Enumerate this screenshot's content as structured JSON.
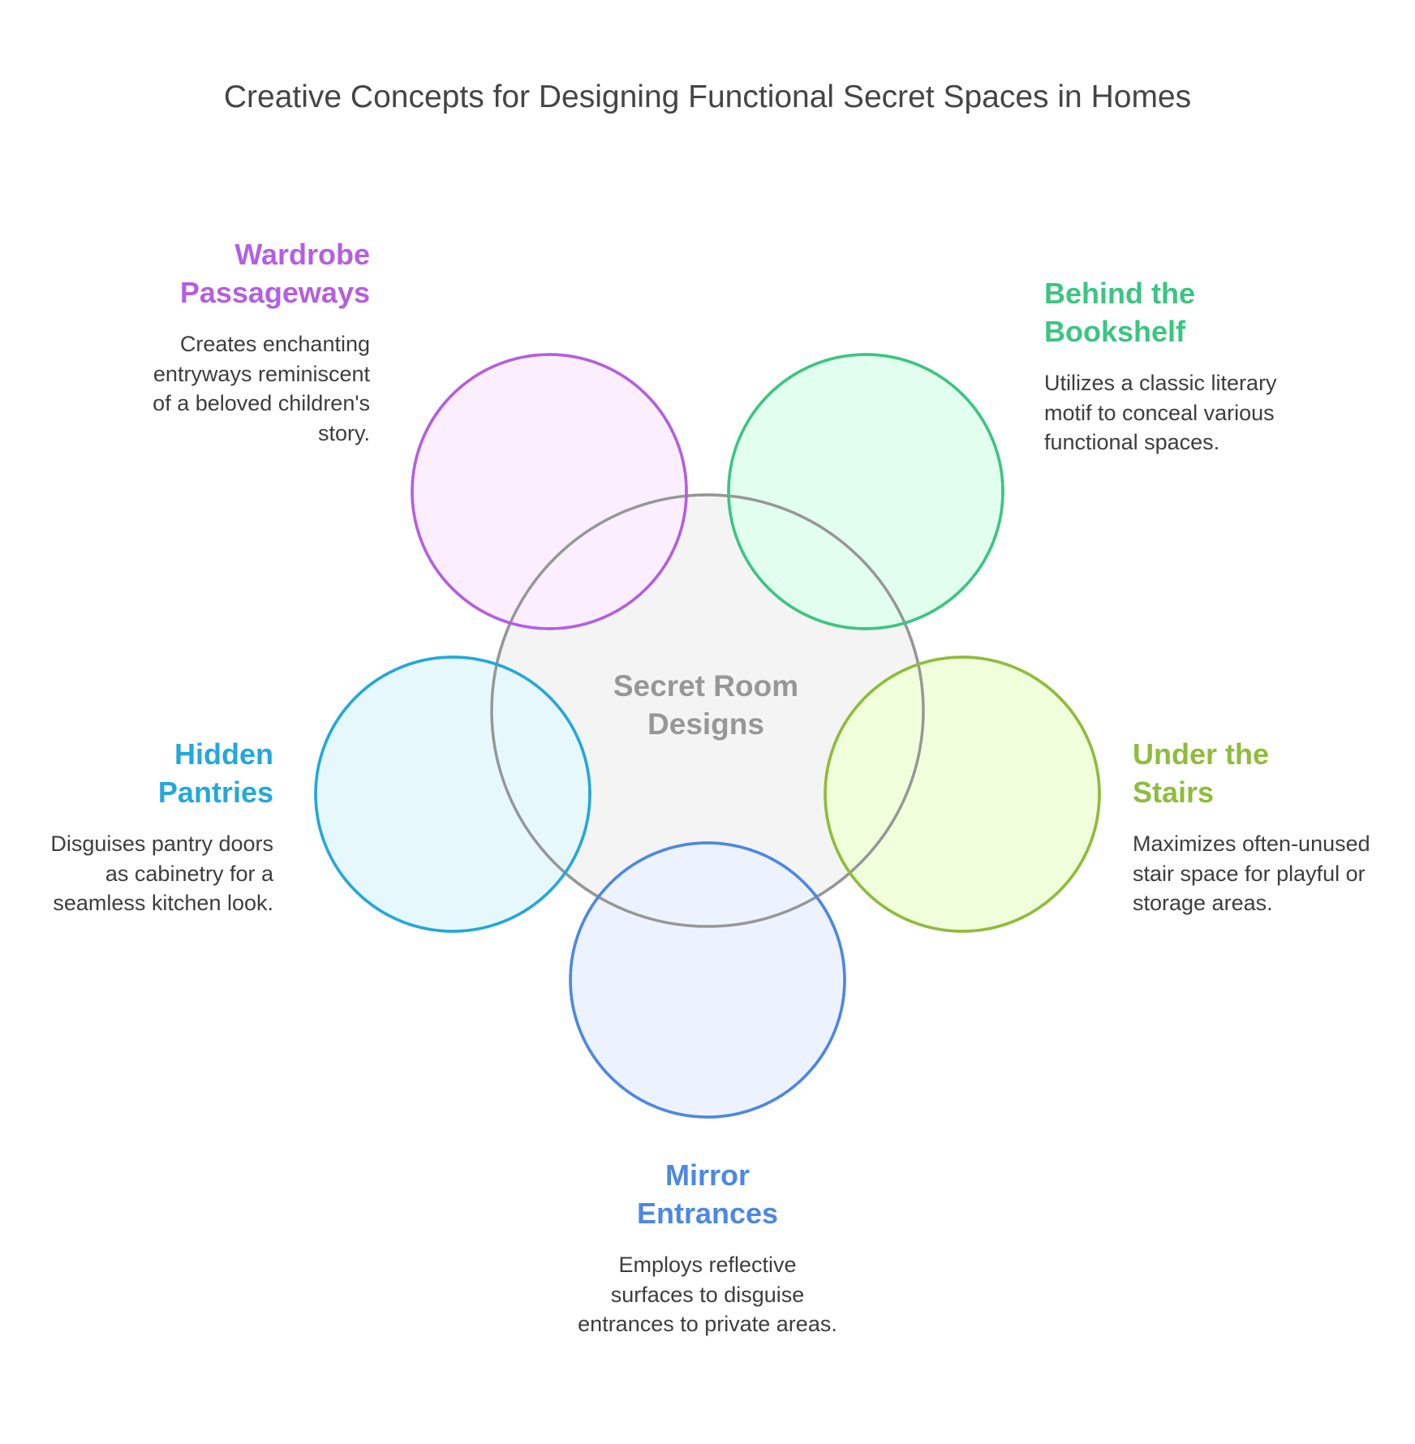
{
  "title": "Creative Concepts for Designing Functional Secret Spaces in Homes",
  "center": {
    "label_line1": "Secret Room",
    "label_line2": "Designs",
    "fill": "#f4f4f4",
    "stroke": "#979797"
  },
  "items": [
    {
      "id": "wardrobe",
      "title_line1": "Wardrobe",
      "title_line2": "Passageways",
      "description": "Creates enchanting entryways reminiscent of a beloved children's story.",
      "stroke": "#b45fe0",
      "fill": "#fbefff"
    },
    {
      "id": "bookshelf",
      "title_line1": "Behind the",
      "title_line2": "Bookshelf",
      "description": "Utilizes a classic literary motif to conceal various functional spaces.",
      "stroke": "#3cc582",
      "fill": "#e1feee"
    },
    {
      "id": "pantries",
      "title_line1": "Hidden",
      "title_line2": "Pantries",
      "description": "Disguises pantry doors as cabinetry for a seamless kitchen look.",
      "stroke": "#24a8d8",
      "fill": "#e7f8fd"
    },
    {
      "id": "stairs",
      "title_line1": "Under the",
      "title_line2": "Stairs",
      "description": "Maximizes often-unused stair space for playful or storage areas.",
      "stroke": "#8fbc3b",
      "fill": "#f1fedb"
    },
    {
      "id": "mirror",
      "title_line1": "Mirror",
      "title_line2": "Entrances",
      "description": "Employs reflective surfaces to disguise entrances to private areas.",
      "stroke": "#4d88e2",
      "fill": "#edf3fe"
    }
  ]
}
